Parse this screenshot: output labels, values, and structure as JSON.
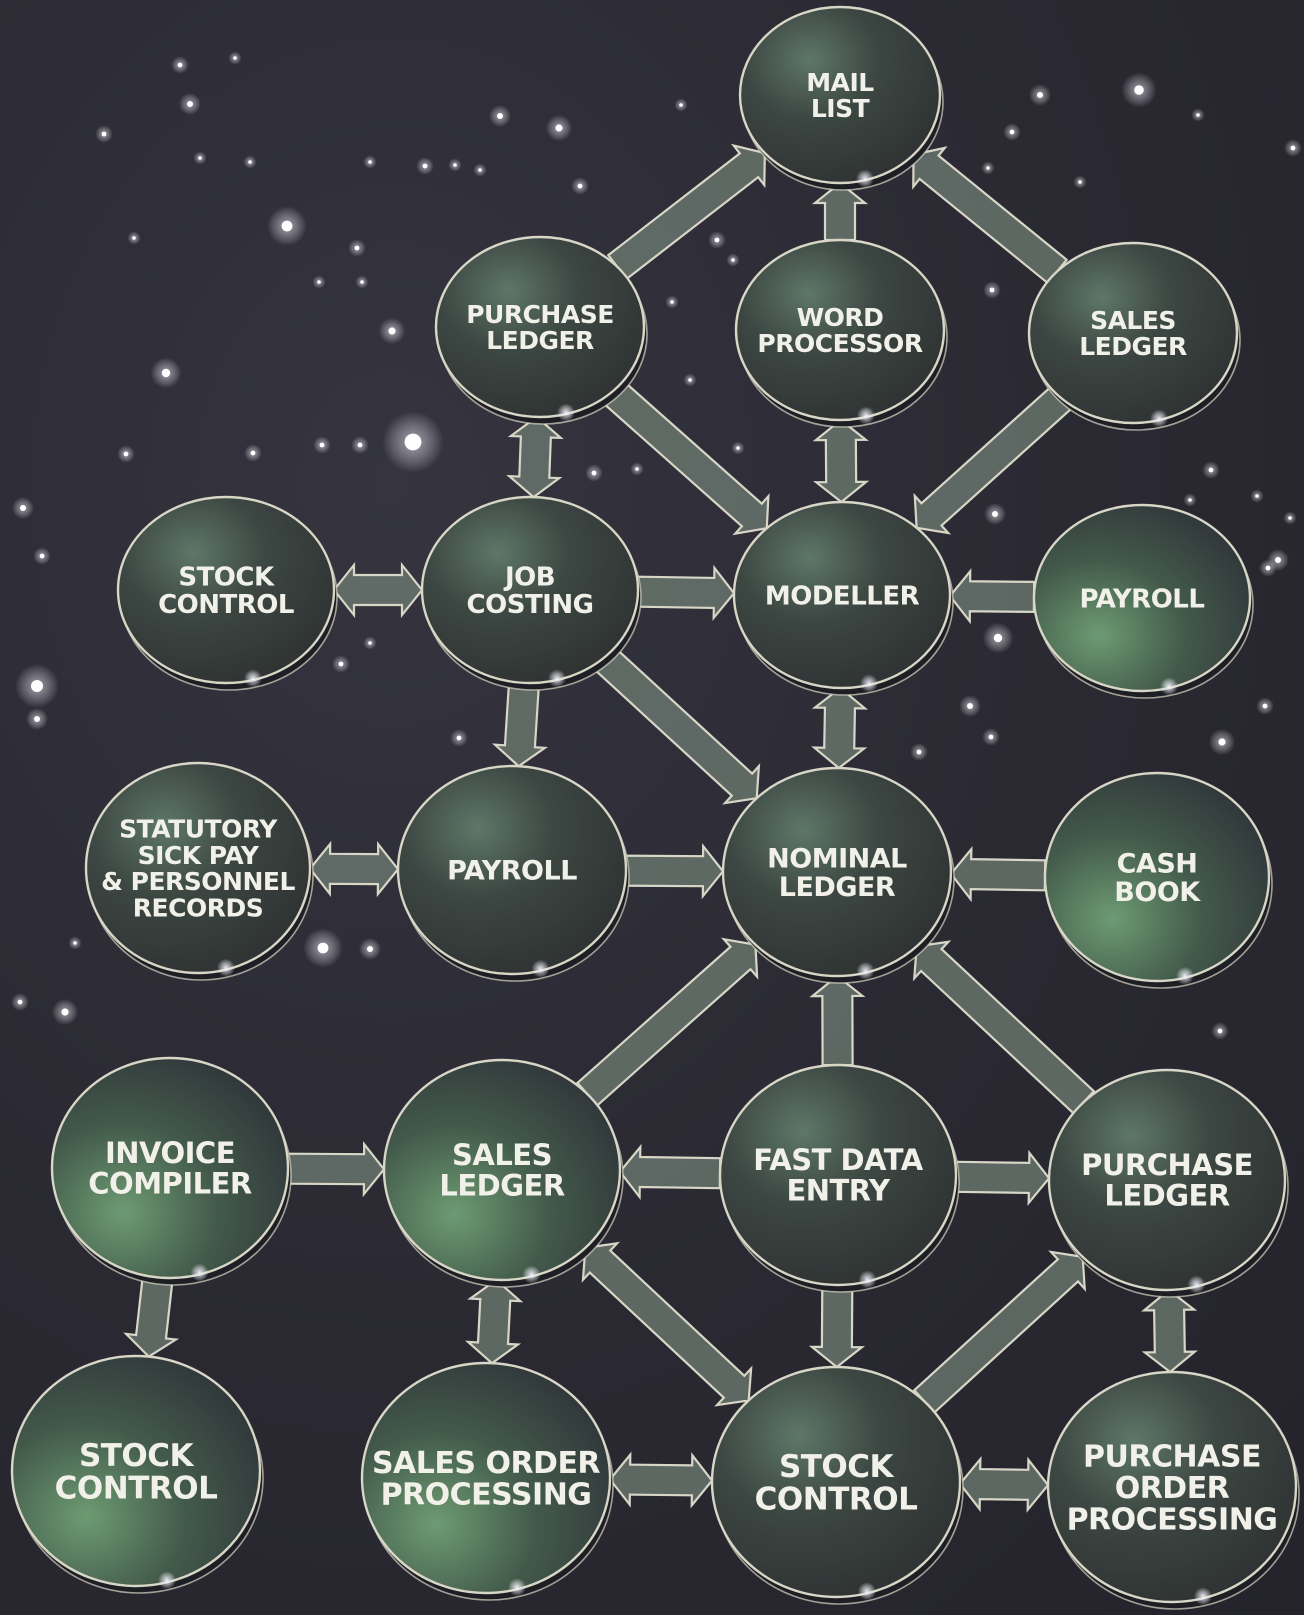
{
  "diagram": {
    "nodes": [
      {
        "id": "mail-list",
        "lines": [
          "MAIL",
          "LIST"
        ]
      },
      {
        "id": "purchase-ledger-top",
        "lines": [
          "PURCHASE",
          "LEDGER"
        ]
      },
      {
        "id": "word-processor",
        "lines": [
          "WORD",
          "PROCESSOR"
        ]
      },
      {
        "id": "sales-ledger-top",
        "lines": [
          "SALES",
          "LEDGER"
        ]
      },
      {
        "id": "stock-control-top",
        "lines": [
          "STOCK",
          "CONTROL"
        ]
      },
      {
        "id": "job-costing",
        "lines": [
          "JOB",
          "COSTING"
        ]
      },
      {
        "id": "modeller",
        "lines": [
          "MODELLER"
        ]
      },
      {
        "id": "payroll-top",
        "lines": [
          "PAYROLL"
        ]
      },
      {
        "id": "statutory-sick-pay",
        "lines": [
          "STATUTORY",
          "SICK PAY",
          "& PERSONNEL",
          "RECORDS"
        ]
      },
      {
        "id": "payroll-mid",
        "lines": [
          "PAYROLL"
        ]
      },
      {
        "id": "nominal-ledger",
        "lines": [
          "NOMINAL",
          "LEDGER"
        ]
      },
      {
        "id": "cash-book",
        "lines": [
          "CASH",
          "BOOK"
        ]
      },
      {
        "id": "invoice-compiler",
        "lines": [
          "INVOICE",
          "COMPILER"
        ]
      },
      {
        "id": "sales-ledger-mid",
        "lines": [
          "SALES",
          "LEDGER"
        ]
      },
      {
        "id": "fast-data-entry",
        "lines": [
          "FAST DATA",
          "ENTRY"
        ]
      },
      {
        "id": "purchase-ledger-mid",
        "lines": [
          "PURCHASE",
          "LEDGER"
        ]
      },
      {
        "id": "stock-control-left",
        "lines": [
          "STOCK",
          "CONTROL"
        ]
      },
      {
        "id": "sales-order-processing",
        "lines": [
          "SALES ORDER",
          "PROCESSING"
        ]
      },
      {
        "id": "stock-control-bottom",
        "lines": [
          "STOCK",
          "CONTROL"
        ]
      },
      {
        "id": "purchase-order-processing",
        "lines": [
          "PURCHASE",
          "ORDER",
          "PROCESSING"
        ]
      }
    ],
    "connections": [
      {
        "from": "word-processor",
        "to": "mail-list",
        "type": "one-way"
      },
      {
        "from": "purchase-ledger-top",
        "to": "mail-list",
        "type": "one-way"
      },
      {
        "from": "sales-ledger-top",
        "to": "mail-list",
        "type": "one-way"
      },
      {
        "from": "purchase-ledger-top",
        "to": "job-costing",
        "type": "two-way"
      },
      {
        "from": "purchase-ledger-top",
        "to": "modeller",
        "type": "one-way"
      },
      {
        "from": "word-processor",
        "to": "modeller",
        "type": "two-way"
      },
      {
        "from": "sales-ledger-top",
        "to": "modeller",
        "type": "one-way"
      },
      {
        "from": "stock-control-top",
        "to": "job-costing",
        "type": "two-way"
      },
      {
        "from": "job-costing",
        "to": "modeller",
        "type": "one-way"
      },
      {
        "from": "payroll-top",
        "to": "modeller",
        "type": "one-way"
      },
      {
        "from": "job-costing",
        "to": "payroll-mid",
        "type": "one-way"
      },
      {
        "from": "job-costing",
        "to": "nominal-ledger",
        "type": "one-way"
      },
      {
        "from": "modeller",
        "to": "nominal-ledger",
        "type": "two-way"
      },
      {
        "from": "statutory-sick-pay",
        "to": "payroll-mid",
        "type": "two-way"
      },
      {
        "from": "payroll-mid",
        "to": "nominal-ledger",
        "type": "one-way"
      },
      {
        "from": "cash-book",
        "to": "nominal-ledger",
        "type": "one-way"
      },
      {
        "from": "sales-ledger-mid",
        "to": "nominal-ledger",
        "type": "one-way"
      },
      {
        "from": "fast-data-entry",
        "to": "nominal-ledger",
        "type": "one-way"
      },
      {
        "from": "purchase-ledger-mid",
        "to": "nominal-ledger",
        "type": "one-way"
      },
      {
        "from": "invoice-compiler",
        "to": "sales-ledger-mid",
        "type": "one-way"
      },
      {
        "from": "fast-data-entry",
        "to": "sales-ledger-mid",
        "type": "one-way"
      },
      {
        "from": "fast-data-entry",
        "to": "purchase-ledger-mid",
        "type": "one-way"
      },
      {
        "from": "invoice-compiler",
        "to": "stock-control-left",
        "type": "one-way"
      },
      {
        "from": "sales-ledger-mid",
        "to": "sales-order-processing",
        "type": "two-way"
      },
      {
        "from": "sales-ledger-mid",
        "to": "stock-control-bottom",
        "type": "two-way"
      },
      {
        "from": "fast-data-entry",
        "to": "stock-control-bottom",
        "type": "one-way"
      },
      {
        "from": "stock-control-bottom",
        "to": "purchase-ledger-mid",
        "type": "one-way"
      },
      {
        "from": "purchase-ledger-mid",
        "to": "purchase-order-processing",
        "type": "two-way"
      },
      {
        "from": "sales-order-processing",
        "to": "stock-control-bottom",
        "type": "two-way"
      },
      {
        "from": "stock-control-bottom",
        "to": "purchase-order-processing",
        "type": "two-way"
      }
    ],
    "colors": {
      "background": "#2b2a33",
      "node_fill": "#3a3e3d",
      "node_glow": "#5d8a6a",
      "outline": "#d8d6c6",
      "text": "#f1f1ea",
      "star": "#ffffff"
    }
  }
}
